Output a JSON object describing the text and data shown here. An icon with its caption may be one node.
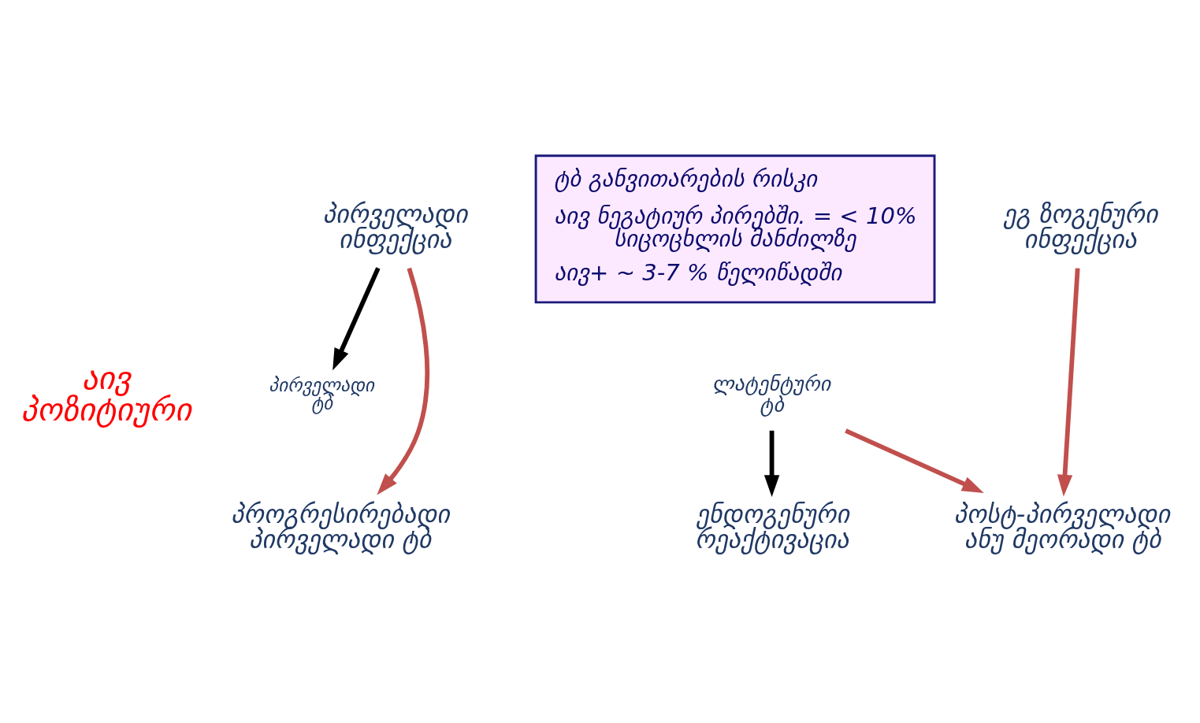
{
  "diagram": {
    "nodes": [
      {
        "text": [
          "ტბ განვითარების რისკი",
          "აივ ნეგატიურ პირებში. = < 10% სიცოცხლის მანძილზე",
          "აივ+ ~ 3-7 % წელიწადში"
        ]
      },
      {
        "text": [
          "პირველადი ინფექცია"
        ]
      },
      {
        "text": [
          "პირველადი ტბ"
        ]
      },
      {
        "text": [
          "ლატენტური ტბ"
        ]
      },
      {
        "text": [
          "ენდოგენური რეაქტივაცია"
        ]
      },
      {
        "text": [
          "ეგ ზოგენური ინფექცია"
        ]
      },
      {
        "text": [
          "პროგრესირებადი პირველადი ტბ"
        ]
      },
      {
        "text": [
          "პოსტ-პირველადი ანუ მეორადი ტბ"
        ]
      }
    ],
    "edges": [
      {
        "from": 1,
        "to": 6,
        "arrow": "to"
      },
      {
        "from": 1,
        "to": 2,
        "arrow": "to",
        "color": "#000000"
      },
      {
        "from": 3,
        "to": 4,
        "arrow": "to",
        "color": "#000000"
      },
      {
        "from": 3,
        "to": 7,
        "arrow": "to"
      },
      {
        "from": 5,
        "to": 7,
        "arrow": "to"
      }
    ],
    "labels": [
      "აივ პოზიტიური"
    ]
  }
}
